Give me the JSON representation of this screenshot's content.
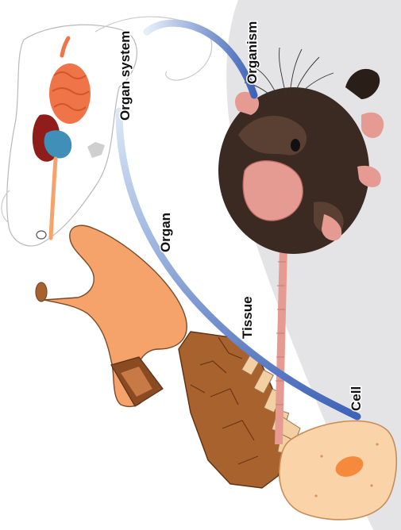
{
  "diagram": {
    "levels": [
      {
        "key": "organism",
        "label": "Organism"
      },
      {
        "key": "organ_system",
        "label": "Organ system"
      },
      {
        "key": "organ",
        "label": "Organ"
      },
      {
        "key": "tissue",
        "label": "Tissue"
      },
      {
        "key": "cell",
        "label": "Cell"
      }
    ],
    "colors": {
      "arrow_light": "#dce8f6",
      "arrow_dark": "#3f63b8",
      "background_shape": "#e4e4e6",
      "mouse_fur": "#3a2a22",
      "mouse_pink": "#e59a92",
      "organ_orange": "#f5a36b",
      "tissue_brown": "#a8622e",
      "cell_fill": "#fbd3a8",
      "nucleus": "#f58a3c"
    }
  }
}
